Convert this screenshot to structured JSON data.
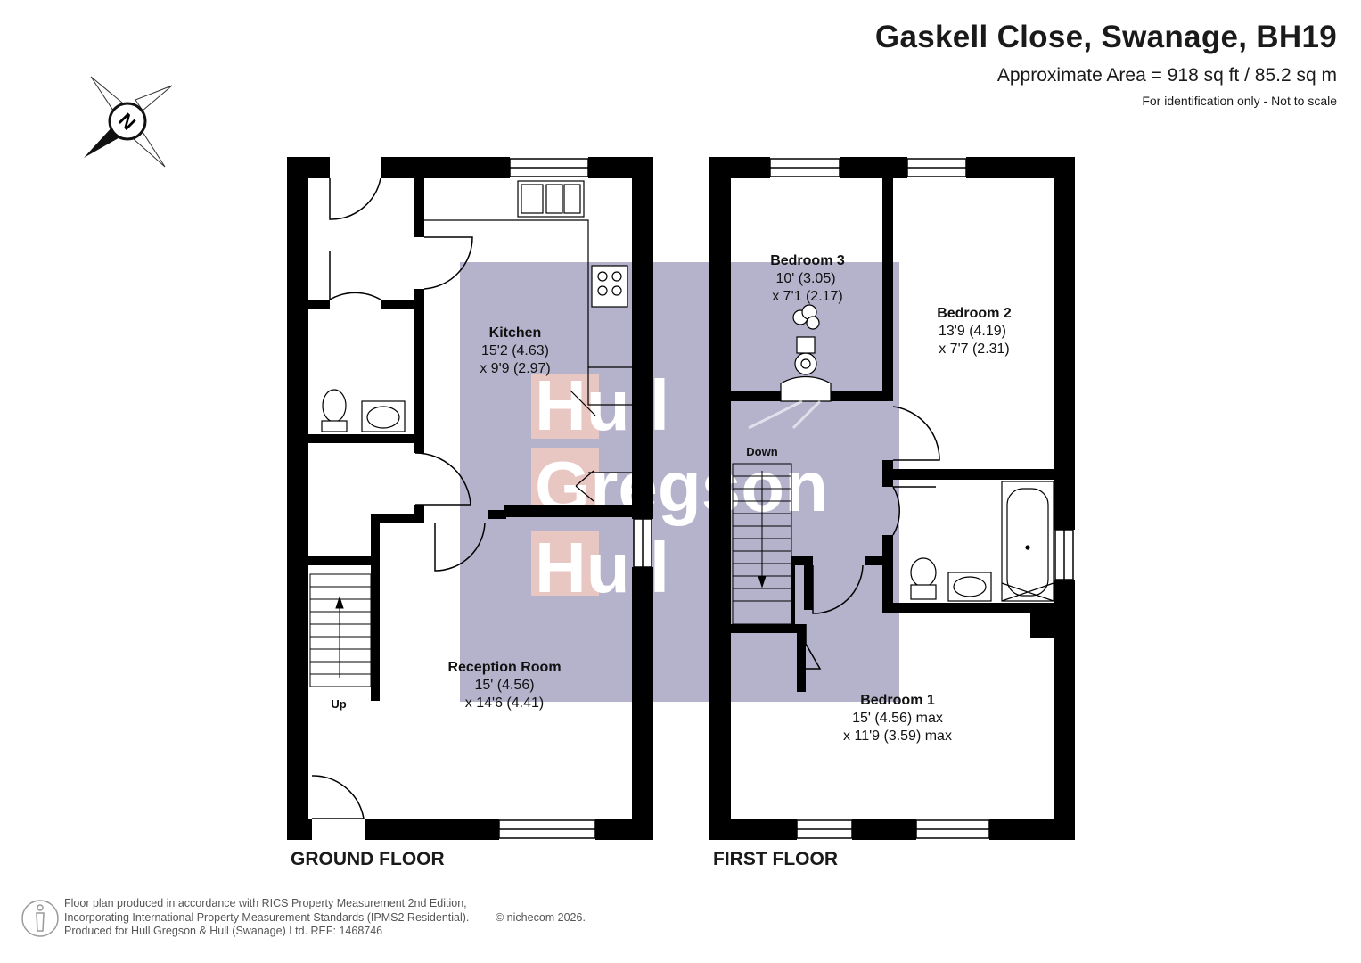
{
  "header": {
    "title": "Gaskell Close, Swanage, BH19",
    "area": "Approximate Area = 918 sq ft / 85.2 sq m",
    "note": "For identification only - Not to scale"
  },
  "compass": {
    "letter": "N",
    "icon": "compass-icon"
  },
  "watermark": {
    "line1": "Hull",
    "line2": "Gregson",
    "line3": "Hull"
  },
  "ground_floor": {
    "label": "GROUND FLOOR",
    "kitchen": {
      "name": "Kitchen",
      "dim1": "15'2 (4.63)",
      "dim2": "x 9'9 (2.97)"
    },
    "reception": {
      "name": "Reception Room",
      "dim1": "15' (4.56)",
      "dim2": "x 14'6 (4.41)"
    },
    "stairs_label": "Up"
  },
  "first_floor": {
    "label": "FIRST FLOOR",
    "bedroom3": {
      "name": "Bedroom 3",
      "dim1": "10' (3.05)",
      "dim2": "x 7'1 (2.17)"
    },
    "bedroom2": {
      "name": "Bedroom 2",
      "dim1": "13'9 (4.19)",
      "dim2": "x 7'7 (2.31)"
    },
    "bedroom1": {
      "name": "Bedroom 1",
      "dim1": "15' (4.56) max",
      "dim2": "x 11'9 (3.59) max"
    },
    "stairs_label": "Down"
  },
  "footer": {
    "line1": "Floor plan produced in accordance with RICS Property Measurement 2nd Edition,",
    "line2": "Incorporating International Property Measurement Standards (IPMS2 Residential).",
    "line3": "Produced for Hull Gregson & Hull (Swanage) Ltd.   REF:  1468746",
    "brand": "© nichecom 2026."
  },
  "colors": {
    "wall": "#000000",
    "watermark_bg": "#b5b3cc",
    "watermark_letters": "#e8c7c3"
  }
}
